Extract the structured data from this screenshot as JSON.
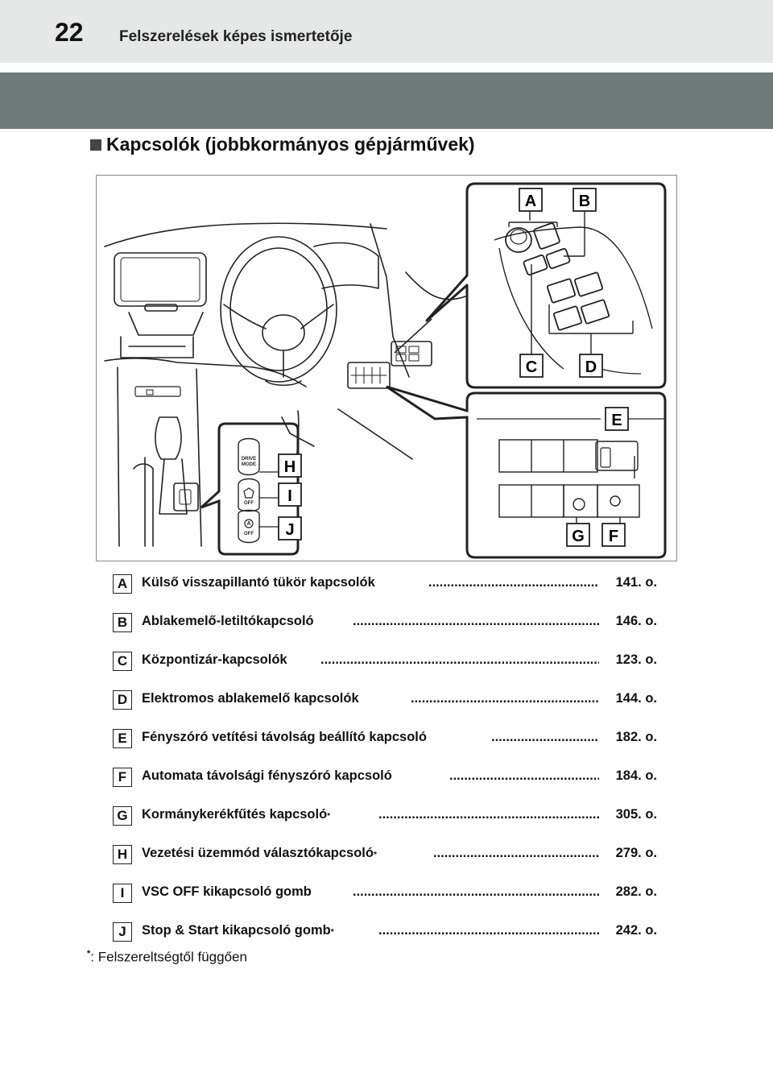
{
  "header": {
    "page_number": "22",
    "title": "Felszerelések képes ismertetője"
  },
  "section": {
    "title": "Kapcsolók (jobbkormányos gépjárművek)"
  },
  "figure": {
    "callouts": [
      "A",
      "B",
      "C",
      "D",
      "E",
      "F",
      "G",
      "H",
      "I",
      "J"
    ],
    "console_labels": {
      "drive_mode": "DRIVE MODE",
      "vsc_off": "OFF",
      "stop_start_off": "OFF",
      "stop_start_symbol": "A"
    }
  },
  "entries": [
    {
      "letter": "A",
      "text": "Külső visszapillantó tükör kapcsolók",
      "star": "",
      "page": "141. o."
    },
    {
      "letter": "B",
      "text": "Ablakemelő-letiltókapcsoló",
      "star": "",
      "page": "146. o."
    },
    {
      "letter": "C",
      "text": "Központizár-kapcsolók",
      "star": "",
      "page": "123. o."
    },
    {
      "letter": "D",
      "text": "Elektromos ablakemelő kapcsolók",
      "star": "",
      "page": "144. o."
    },
    {
      "letter": "E",
      "text": "Fényszóró vetítési távolság beállító kapcsoló",
      "star": "",
      "page": "182. o."
    },
    {
      "letter": "F",
      "text": "Automata távolsági fényszóró kapcsoló",
      "star": "",
      "page": "184. o."
    },
    {
      "letter": "G",
      "text": "Kormánykerékfűtés kapcsoló",
      "star": "*",
      "page": "305. o."
    },
    {
      "letter": "H",
      "text": "Vezetési üzemmód választókapcsoló",
      "star": "*",
      "page": "279. o."
    },
    {
      "letter": "I",
      "text": "VSC OFF kikapcsoló gomb",
      "star": "",
      "page": "282. o."
    },
    {
      "letter": "J",
      "text": "Stop & Start kikapcsoló gomb",
      "star": "*",
      "page": "242. o."
    }
  ],
  "footnote": {
    "star": "*",
    "text": ": Felszereltségtől függően"
  }
}
